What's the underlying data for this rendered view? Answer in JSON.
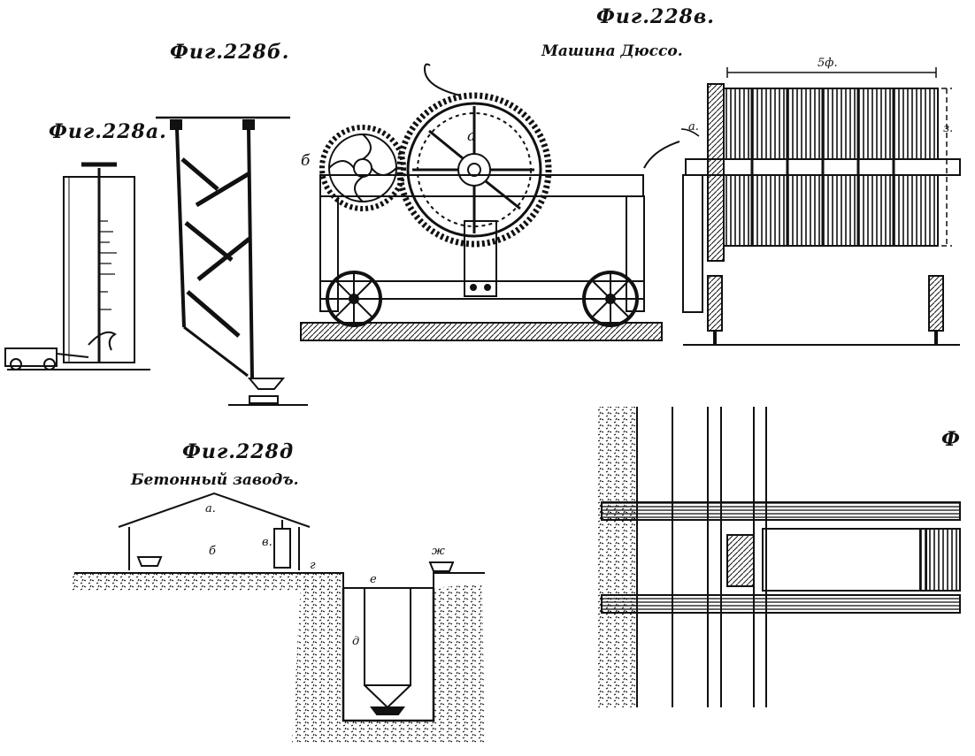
{
  "figures": {
    "fig_228a": {
      "caption": "Фиг.228а."
    },
    "fig_228b": {
      "caption": "Фиг.228б."
    },
    "fig_228v": {
      "caption": "Фиг.228в.",
      "subtitle": "Машина Дюссо.",
      "labels": {
        "a": "а",
        "b": "б",
        "a2": "а.",
        "z": "з.",
        "dim": "5ф."
      }
    },
    "fig_228d": {
      "caption": "Фиг.228д",
      "subtitle": "Бетонный заводъ.",
      "labels": {
        "a": "а.",
        "b": "б",
        "v": "в.",
        "g": "г",
        "e": "е",
        "d": "д",
        "zh": "ж"
      }
    },
    "fig_partial": {
      "caption": "Ф"
    }
  },
  "colors": {
    "ink": "#111111",
    "paper": "#ffffff"
  }
}
